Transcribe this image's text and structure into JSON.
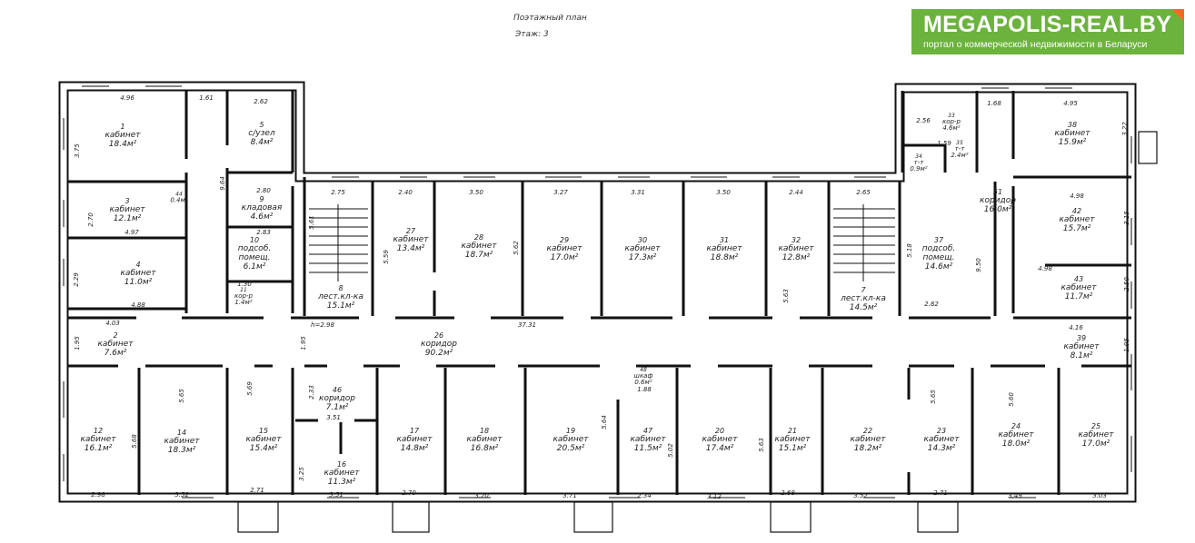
{
  "header": {
    "title": "Поэтажный план",
    "floor": "Этаж: 3"
  },
  "logo": {
    "brand": "MEGAPOLIS-REAL.BY",
    "tagline": "портал о коммерческой недвижимости в Беларуси",
    "colors": {
      "green": "#6cb33e",
      "orange": "#f26c21"
    }
  },
  "rooms": {
    "r1": {
      "n": "1",
      "name": "кабинет",
      "area": "18.4м²"
    },
    "r2": {
      "n": "2",
      "name": "кабинет",
      "area": "7.6м²"
    },
    "r3": {
      "n": "3",
      "name": "кабинет",
      "area": "12.1м²"
    },
    "r4": {
      "n": "4",
      "name": "кабинет",
      "area": "11.0м²"
    },
    "r5": {
      "n": "5",
      "name": "с/узел",
      "area": "8.4м²"
    },
    "r7": {
      "n": "7",
      "name": "лест.кл-ка",
      "area": "14.5м²"
    },
    "r8": {
      "n": "8",
      "name": "лест.кл-ка",
      "area": "15.1м²"
    },
    "r9": {
      "n": "9",
      "name": "кладовая",
      "area": "4.6м²"
    },
    "r10": {
      "n": "10",
      "name": "подсоб. помещ.",
      "area": "6.1м²"
    },
    "r11": {
      "n": "11",
      "name": "кор-р",
      "area": "1.4м²"
    },
    "r12": {
      "n": "12",
      "name": "кабинет",
      "area": "16.1м²"
    },
    "r14": {
      "n": "14",
      "name": "кабинет",
      "area": "18.3м²"
    },
    "r15": {
      "n": "15",
      "name": "кабинет",
      "area": "15.4м²"
    },
    "r16": {
      "n": "16",
      "name": "кабинет",
      "area": "11.3м²"
    },
    "r17": {
      "n": "17",
      "name": "кабинет",
      "area": "14.8м²"
    },
    "r18": {
      "n": "18",
      "name": "кабинет",
      "area": "16.8м²"
    },
    "r19": {
      "n": "19",
      "name": "кабинет",
      "area": "20.5м²"
    },
    "r20": {
      "n": "20",
      "name": "кабинет",
      "area": "17.4м²"
    },
    "r21": {
      "n": "21",
      "name": "кабинет",
      "area": "15.1м²"
    },
    "r22": {
      "n": "22",
      "name": "кабинет",
      "area": "18.2м²"
    },
    "r23": {
      "n": "23",
      "name": "кабинет",
      "area": "14.3м²"
    },
    "r24": {
      "n": "24",
      "name": "кабинет",
      "area": "18.0м²"
    },
    "r25": {
      "n": "25",
      "name": "кабинет",
      "area": "17.0м²"
    },
    "r26": {
      "n": "26",
      "name": "коридор",
      "area": "90.2м²"
    },
    "r27": {
      "n": "27",
      "name": "кабинет",
      "area": "13.4м²"
    },
    "r28": {
      "n": "28",
      "name": "кабинет",
      "area": "18.7м²"
    },
    "r29": {
      "n": "29",
      "name": "кабинет",
      "area": "17.0м²"
    },
    "r30": {
      "n": "30",
      "name": "кабинет",
      "area": "17.3м²"
    },
    "r31": {
      "n": "31",
      "name": "кабинет",
      "area": "18.8м²"
    },
    "r32": {
      "n": "32",
      "name": "кабинет",
      "area": "12.8м²"
    },
    "r33": {
      "n": "33",
      "name": "кор-р",
      "area": "4.6м²"
    },
    "r34": {
      "n": "34",
      "name": "т-т",
      "area": "0.9м²"
    },
    "r35": {
      "n": "35",
      "name": "т-т",
      "area": "2.4м²"
    },
    "r37": {
      "n": "37",
      "name": "подсоб. помещ.",
      "area": "14.6м²"
    },
    "r38": {
      "n": "38",
      "name": "кабинет",
      "area": "15.9м²"
    },
    "r39": {
      "n": "39",
      "name": "кабинет",
      "area": "8.1м²"
    },
    "r42": {
      "n": "42",
      "name": "кабинет",
      "area": "15.7м²"
    },
    "r43": {
      "n": "43",
      "name": "кабинет",
      "area": "11.7м²"
    },
    "r44": {
      "n": "44",
      "name": "",
      "area": "0.4м²"
    },
    "r46": {
      "n": "46",
      "name": "коридор",
      "area": "7.1м²"
    },
    "r47": {
      "n": "47",
      "name": "кабинет",
      "area": "11.5м²"
    },
    "r48": {
      "n": "48",
      "name": "шкаф",
      "area": "0.6м²"
    },
    "r51": {
      "n": "51",
      "name": "коридор",
      "area": "16.0м²"
    }
  },
  "dims": {
    "d1": "4.96",
    "d2": "1.61",
    "d3": "2.62",
    "d4": "3.75",
    "d5": "2.70",
    "d6": "4.97",
    "d7": "2.29",
    "d8": "4.88",
    "d9": "9.64",
    "d10": "2.80",
    "d11": "2.83",
    "d12": "1.30",
    "d13": "2.75",
    "d14": "5.61",
    "d15": "h=2.98",
    "d16": "2.40",
    "d17": "3.50",
    "d18": "3.27",
    "d19": "3.31",
    "d20": "3.50",
    "d21": "2.44",
    "d22": "2.65",
    "d23": "5.59",
    "d24": "5.62",
    "d25": "37.31",
    "d26": "1.68",
    "d27": "4.95",
    "d28": "3.22",
    "d29": "4.98",
    "d30": "3.15",
    "d31": "4.98",
    "d32": "2.50",
    "d33": "5.18",
    "d34": "9.50",
    "d35": "2.82",
    "d36": "4.16",
    "d37": "4.03",
    "d38": "1.95",
    "d39": "1.95",
    "d40": "2.98",
    "d41": "3.52",
    "d42": "2.71",
    "d43": "3.51",
    "d44": "2.70",
    "d45": "3.20",
    "d46": "3.71",
    "d47": "2.34",
    "d48": "3.12",
    "d49": "2.68",
    "d50": "3.52",
    "d51": "2.71",
    "d52": "3.49",
    "d53": "3.03",
    "d54": "5.65",
    "d55": "5.69",
    "d56": "5.68",
    "d57": "5.64",
    "d58": "5.02",
    "d59": "5.63",
    "d60": "5.60",
    "d61": "3.51",
    "d62": "2.33",
    "d63": "3.25",
    "d64": "2.56",
    "d65": "1.59",
    "d66": "5.63",
    "d67": "5.65",
    "d68": "1.88",
    "d69": "1.95"
  }
}
